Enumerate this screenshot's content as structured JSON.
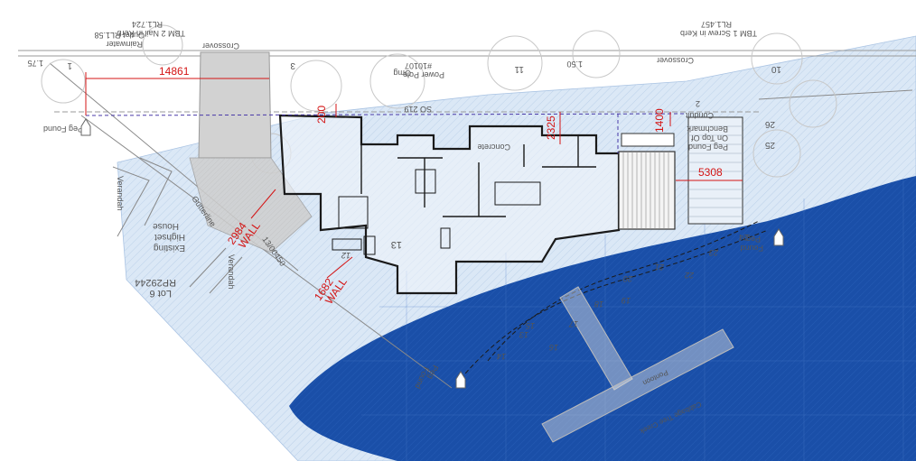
{
  "survey_labels": {
    "tbm2_line1": "TBM 2 Nail in Kerb",
    "tbm2_line2": "RL1.724",
    "tbm1_line1": "TBM 1 Screw in Kerb",
    "tbm1_line2": "RL1.457",
    "rainwater_line1": "Rainwater",
    "rainwater_line2": "Outlet RL1.58",
    "power_pole_line1": "Power Pole",
    "power_pole_line2": "#10107",
    "omg": "Omg",
    "crossover_left": "Crossover",
    "crossover_right": "Crossover",
    "conduit_line1": "Conduit",
    "conduit_line2": "2",
    "peg_found_left": "Peg Found",
    "peg_found_right_line1": "Peg",
    "peg_found_right_line2": "Found",
    "peg_found_bottom_line1": "Peg",
    "peg_found_bottom_line2": "Found",
    "benchmark_line1": "Benchmark",
    "benchmark_line2": "On Top Of",
    "benchmark_line3": "Peg Found",
    "so219": "SO 219",
    "verandah_top": "Verandah",
    "verandah_bottom": "Verandah",
    "existing_house_line1": "Existing",
    "existing_house_line2": "Highset",
    "existing_house_line3": "House",
    "lot_line1": "Lot 6",
    "lot_line2": "RP29244",
    "lot_13": "13",
    "gutterline": "Gutterline",
    "creek": "Cabbage Tree Creek",
    "pontoon": "Pontoon",
    "plan_ref": "13/00450",
    "concrete": "Concrete",
    "tag_3": "3",
    "tag_11": "11",
    "tag_1": "1",
    "tag_10": "10",
    "tag_25": "25",
    "tag_26": "26",
    "rl_1_75": "1.75",
    "rl_1_50": "1.50"
  },
  "dimensions": {
    "d14861": "14861",
    "d200": "200",
    "d2325": "2325",
    "d1400": "1400",
    "d5308": "5308",
    "d2984": "2984",
    "d1682": "1682",
    "wall_a": "WALL",
    "wall_b": "WALL"
  },
  "contours": [
    "12",
    "13",
    "14",
    "15",
    "16",
    "17",
    "18",
    "19",
    "20",
    "21",
    "22",
    "23",
    "24"
  ],
  "colors": {
    "flood_light": "#dbe8f6",
    "flood_dark": "#1a4fa8",
    "building_line": "#1a1a1a",
    "dimension": "#d41414",
    "driveway": "#cfcfcf",
    "boundary": "#9a9a9a",
    "tree": "#c8c8c8"
  }
}
